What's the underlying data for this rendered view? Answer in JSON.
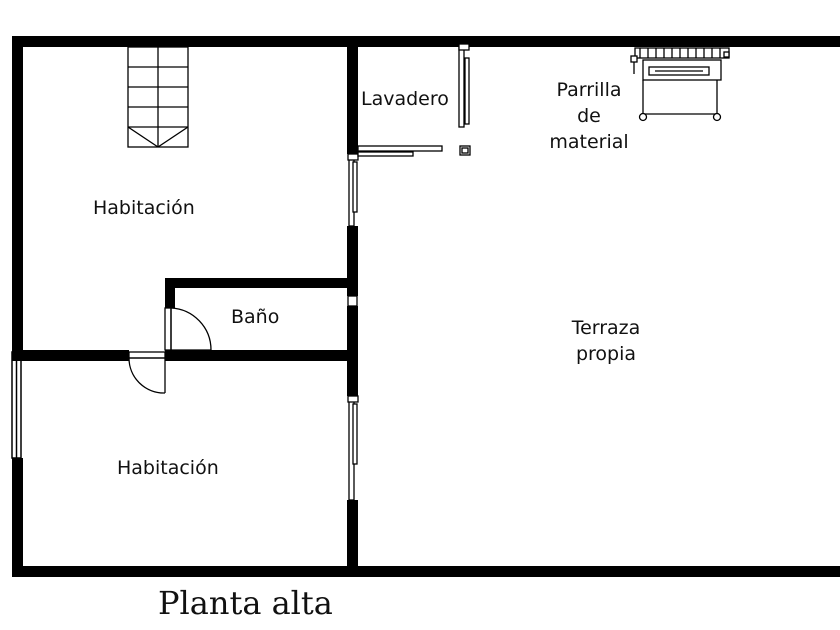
{
  "floor_plan": {
    "title": "Planta alta",
    "rooms": {
      "bedroom_upper": "Habitación",
      "laundry": "Lavadero",
      "grill_line1": "Parrilla",
      "grill_line2": "de",
      "grill_line3": "material",
      "bathroom": "Baño",
      "terrace_line1": "Terraza",
      "terrace_line2": "propia",
      "bedroom_lower": "Habitación"
    },
    "colors": {
      "wall": "#000000",
      "background": "#ffffff"
    }
  }
}
